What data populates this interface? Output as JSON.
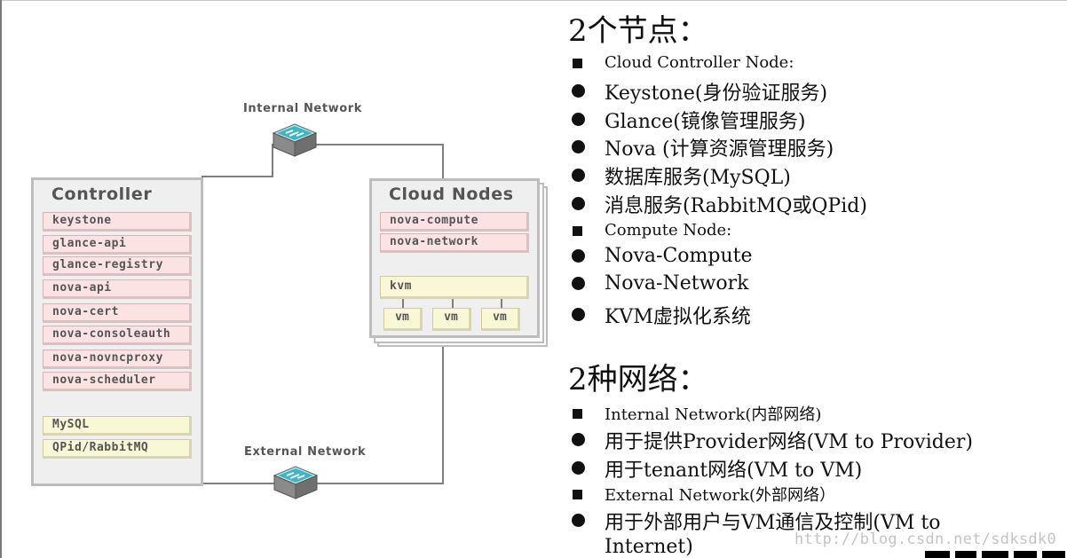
{
  "diagram": {
    "internal_network_label": "Internal Network",
    "external_network_label": "External Network",
    "controller": {
      "title": "Controller",
      "services": [
        "keystone",
        "glance-api",
        "glance-registry",
        "nova-api",
        "nova-cert",
        "nova-consoleauth",
        "nova-novncproxy",
        "nova-scheduler"
      ],
      "infra": [
        "MySQL",
        "QPid/RabbitMQ"
      ]
    },
    "cloud_nodes": {
      "title": "Cloud Nodes",
      "services": [
        "nova-compute",
        "nova-network"
      ],
      "hypervisor": "kvm",
      "vms": [
        "vm",
        "vm",
        "vm"
      ]
    }
  },
  "notes": {
    "nodes_heading": "2个节点：",
    "nodes_items": [
      {
        "bullet": "square",
        "text": "Cloud Controller Node:"
      },
      {
        "bullet": "dot",
        "text": "Keystone(身份验证服务)"
      },
      {
        "bullet": "dot",
        "text": "Glance(镜像管理服务)"
      },
      {
        "bullet": "dot",
        "text": "Nova (计算资源管理服务)"
      },
      {
        "bullet": "dot",
        "text": "数据库服务(MySQL)"
      },
      {
        "bullet": "dot",
        "text": "消息服务(RabbitMQ或QPid)"
      },
      {
        "bullet": "square",
        "text": "Compute Node:"
      },
      {
        "bullet": "dot",
        "text": "Nova-Compute"
      },
      {
        "bullet": "dot",
        "text": "Nova-Network"
      },
      {
        "bullet": "dot",
        "text": "KVM虚拟化系统"
      }
    ],
    "networks_heading": "2种网络：",
    "networks_items": [
      {
        "bullet": "square",
        "text": "Internal Network(内部网络)"
      },
      {
        "bullet": "dot",
        "text": "用于提供Provider网络(VM to Provider)"
      },
      {
        "bullet": "dot",
        "text": "用于tenant网络(VM to VM)"
      },
      {
        "bullet": "square",
        "text": "External Network(外部网络）"
      },
      {
        "bullet": "dot",
        "text": "用于外部用户与VM通信及控制(VM to"
      }
    ],
    "continuation": "Internet)"
  },
  "watermark": "http://blog.csdn.net/sdksdk0",
  "colors": {
    "service_pink": "#fbe3e3",
    "service_yellow": "#f8f7d6",
    "box_gray": "#efefef",
    "switch_cyan": "#3fb6c4"
  },
  "icons": [
    "switch-icon",
    "switch-icon"
  ]
}
